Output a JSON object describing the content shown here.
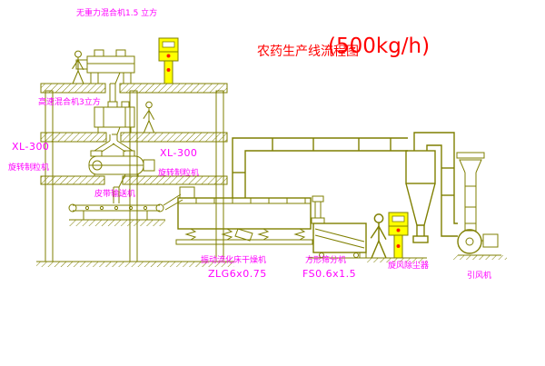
{
  "title": {
    "main": "农药生产线流程图",
    "capacity": "(500kg/h)"
  },
  "labels": {
    "gravity_mixer": "无重力混合机1.5 立方",
    "high_speed_mixer": "高速混合机3立方",
    "granulator_left_model": "XL-300",
    "granulator_left_name": "旋转制粒机",
    "granulator_mid_model": "XL-300",
    "granulator_mid_name": "旋转制粒机",
    "belt_conveyor": "皮带输送机",
    "dryer_name": "振动流化床干燥机",
    "dryer_model": "ZLG6x0.75",
    "sieve_name": "方形筛分机",
    "sieve_model": "FS0.6x1.5",
    "cyclone_name": "旋风除尘器",
    "fan_name": "引风机"
  },
  "colors": {
    "line": "#7f7f00",
    "label": "#ff00ff",
    "title": "#ff0000",
    "panel_fill": "#ffff00",
    "panel_dot": "#ff2000"
  }
}
